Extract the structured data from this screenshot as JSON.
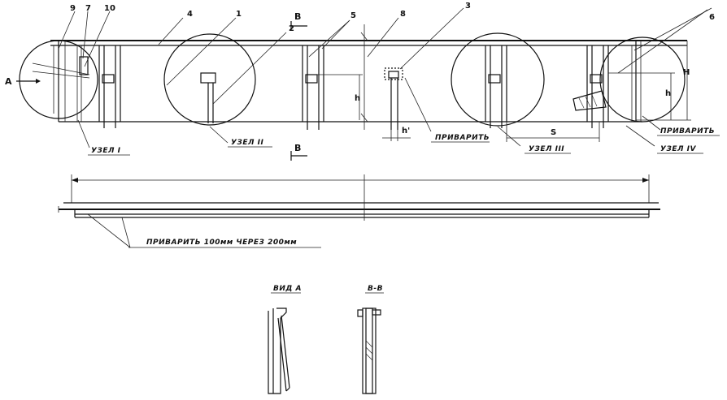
{
  "callouts": [
    "9",
    "7",
    "10",
    "4",
    "1",
    "2",
    "5",
    "8",
    "3",
    "6"
  ],
  "section_marks": {
    "top": "В",
    "bottom": "В",
    "view_arrow": "А"
  },
  "dimensions": {
    "height_h": "h",
    "height_H": "H",
    "spacing_S": "S",
    "height_h1": "h'",
    "height_h2": "h"
  },
  "nodes": {
    "node1": "УЗЕЛ I",
    "node2": "УЗЕЛ II",
    "node3": "УЗЕЛ III",
    "node4": "УЗЕЛ IV"
  },
  "weld_labels": {
    "weld_center": "ПРИВАРИТЬ",
    "weld_right": "ПРИВАРИТЬ",
    "weld_bottom": "ПРИВАРИТЬ 100мм ЧЕРЕЗ 200мм"
  },
  "views": {
    "view_a": "ВИД А",
    "section_bb": "В-В"
  }
}
